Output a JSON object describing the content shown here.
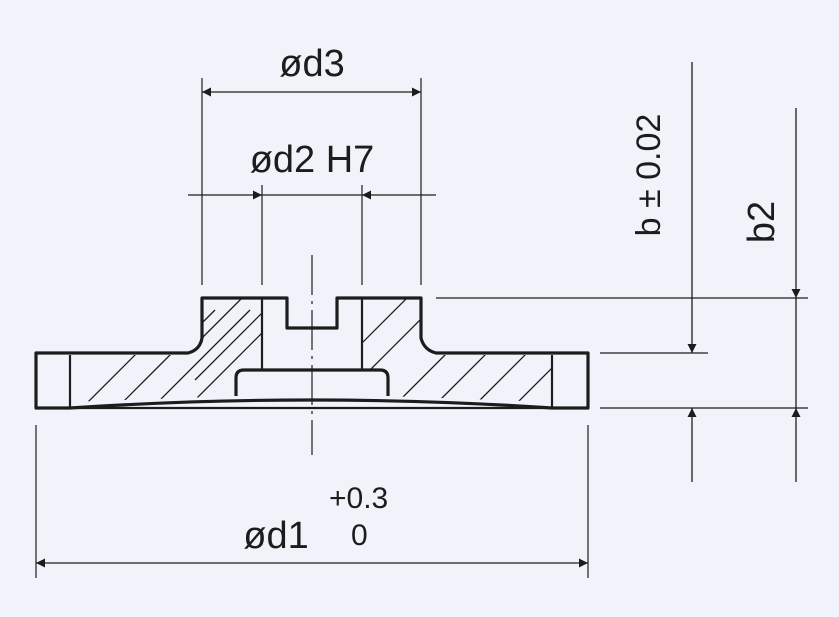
{
  "dimensions": {
    "d3": "ød3",
    "d2": "ød2 H7",
    "d1": "ød1",
    "d1_tol_upper": "+0.3",
    "d1_tol_lower": "0",
    "b": "b ± 0.02",
    "b2": "b2"
  },
  "colors": {
    "background": "#f0f4fa",
    "line": "#1c1c1c"
  }
}
